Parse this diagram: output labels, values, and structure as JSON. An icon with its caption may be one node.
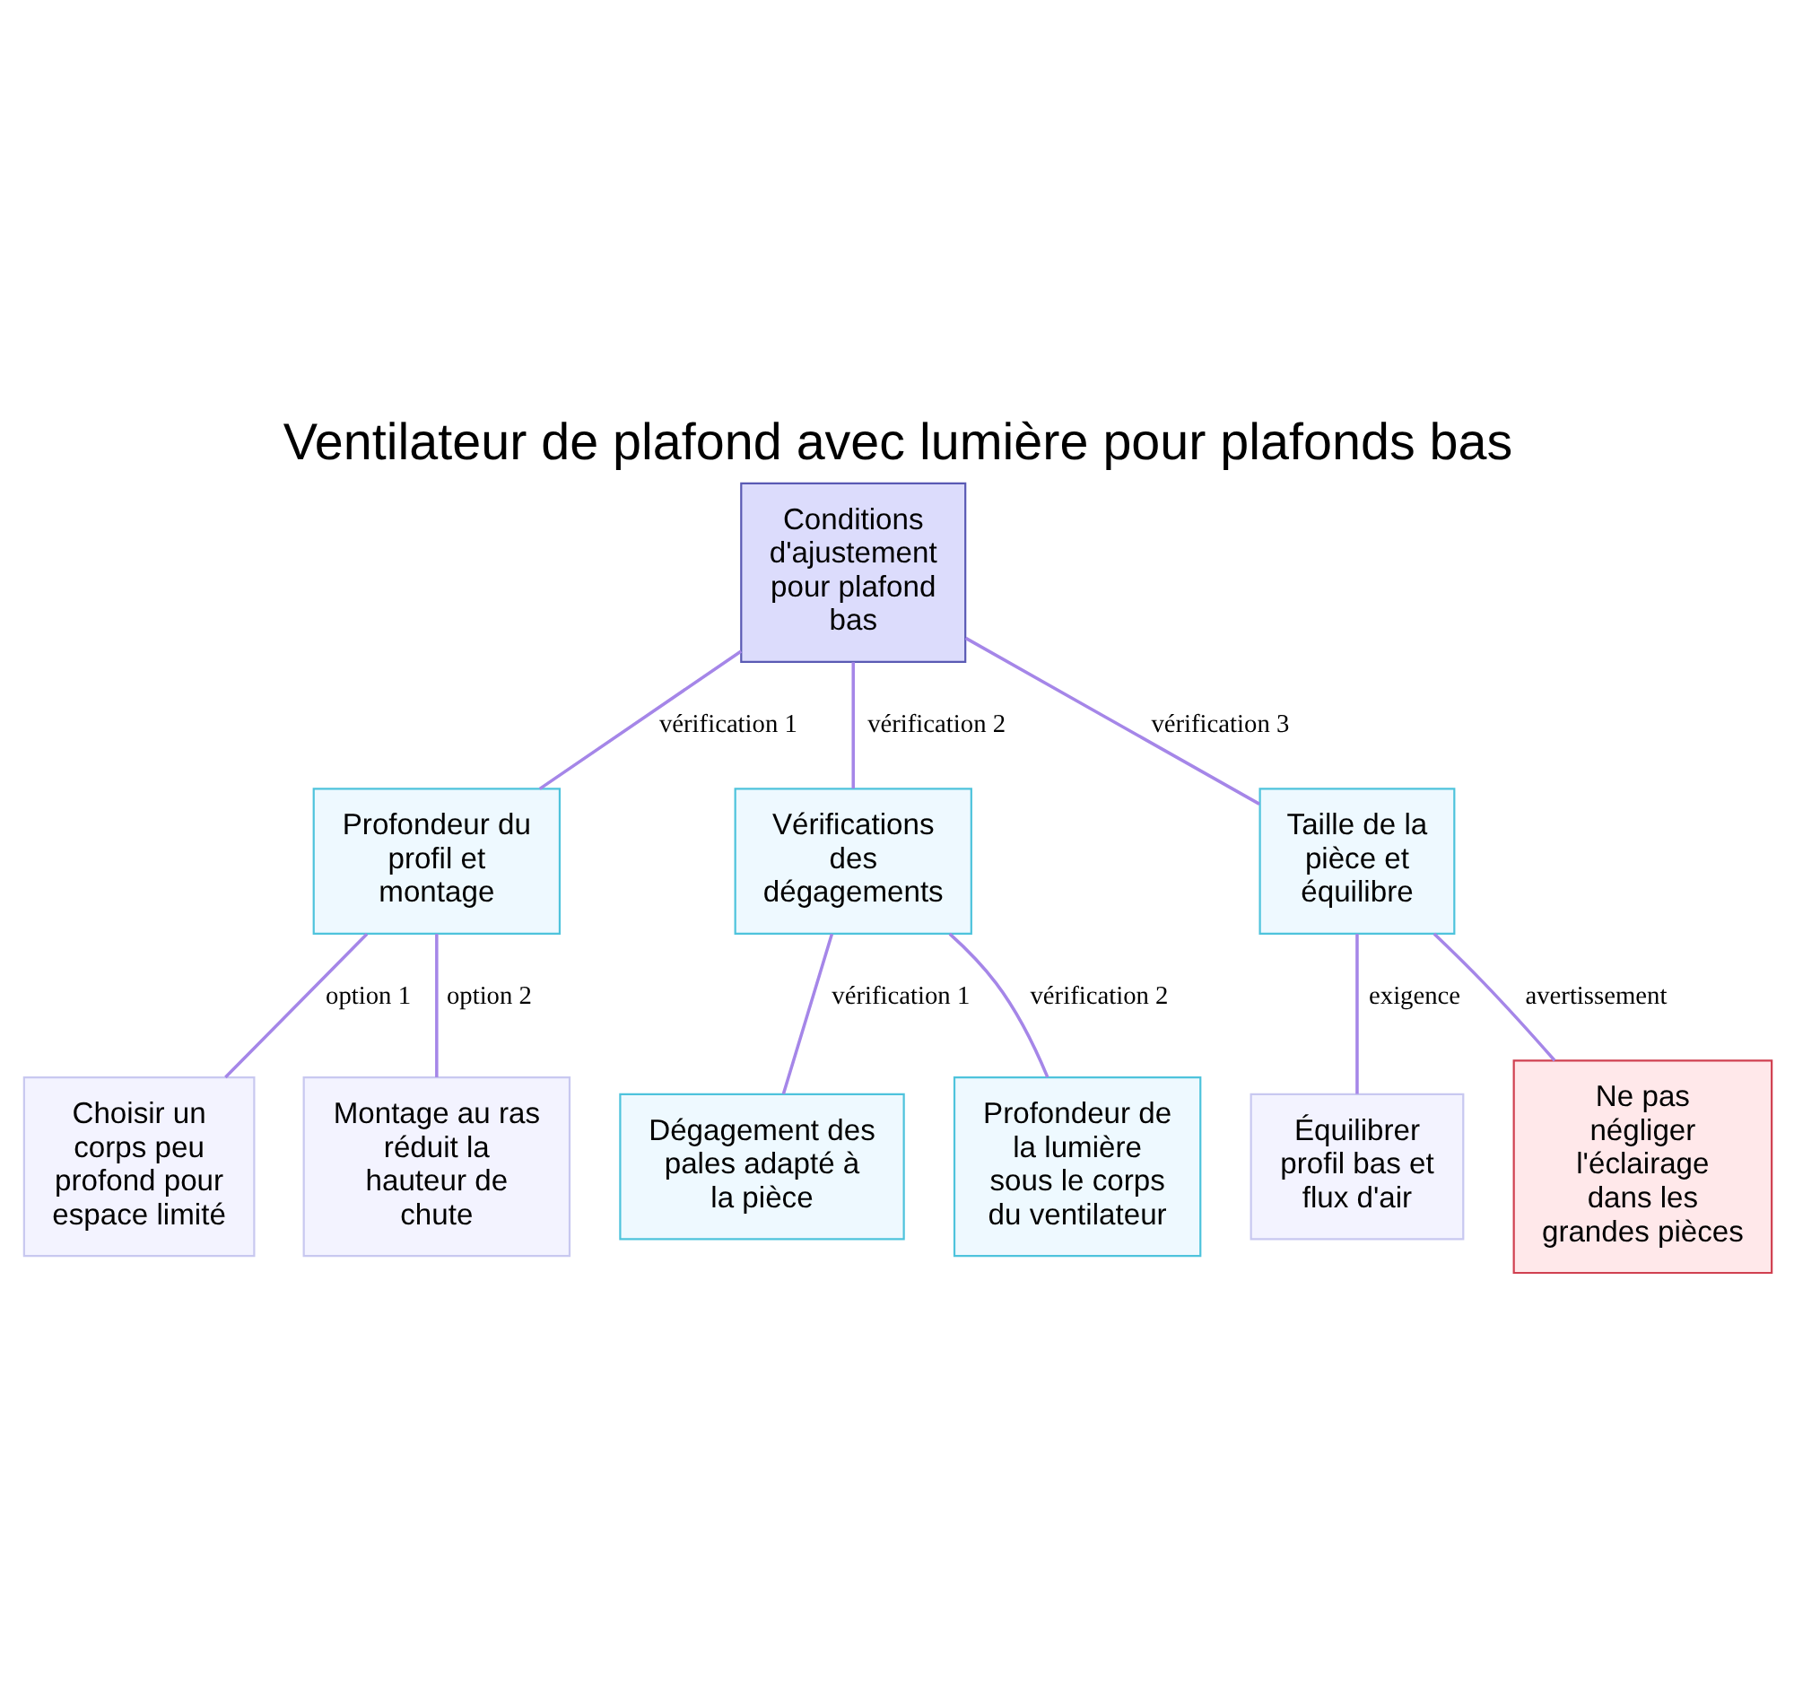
{
  "diagram": {
    "title": "Ventilateur de plafond avec lumière pour plafonds bas",
    "nodes": [
      {
        "text": [
          "Conditions d'ajustement pour plafond bas"
        ]
      },
      {
        "text": [
          "Profondeur du profil et montage"
        ]
      },
      {
        "text": [
          "Vérifications des dégagements"
        ]
      },
      {
        "text": [
          "Taille de la pièce et équilibre"
        ]
      },
      {
        "text": [
          "Choisir un corps peu profond pour espace limité"
        ]
      },
      {
        "text": [
          "Montage au ras réduit la hauteur de chute"
        ]
      },
      {
        "text": [
          "Dégagement des pales adapté à la pièce"
        ]
      },
      {
        "text": [
          "Profondeur de la lumière sous le corps du ventilateur"
        ]
      },
      {
        "text": [
          "Équilibrer profil bas et flux d'air"
        ]
      },
      {
        "text": [
          "Ne pas négliger l'éclairage dans les grandes pièces"
        ]
      }
    ],
    "edges": [
      {
        "from": 0,
        "to": 1,
        "arrow": "none",
        "label": "vérification 1"
      },
      {
        "from": 0,
        "to": 2,
        "arrow": "none",
        "label": "vérification 2"
      },
      {
        "from": 0,
        "to": 3,
        "arrow": "none",
        "label": "vérification 3"
      },
      {
        "from": 1,
        "to": 4,
        "arrow": "none",
        "label": "option 1"
      },
      {
        "from": 1,
        "to": 5,
        "arrow": "none",
        "label": "option 2"
      },
      {
        "from": 2,
        "to": 6,
        "arrow": "none",
        "label": "vérification 1"
      },
      {
        "from": 2,
        "to": 7,
        "arrow": "none",
        "label": "vérification 2"
      },
      {
        "from": 3,
        "to": 8,
        "arrow": "none",
        "label": "exigence"
      },
      {
        "from": 3,
        "to": 9,
        "arrow": "none",
        "label": "avertissement"
      }
    ]
  }
}
